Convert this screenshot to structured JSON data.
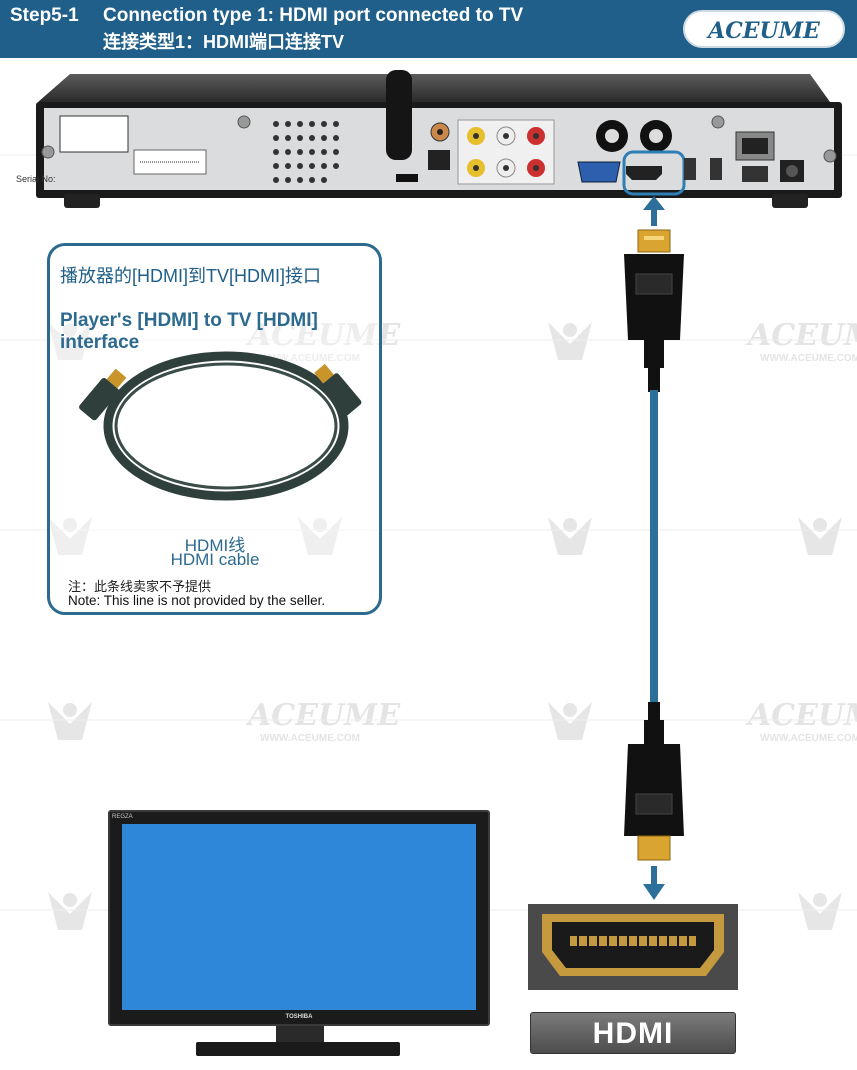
{
  "header": {
    "step": "Step5-1",
    "title_en": "Connection type 1: HDMI port connected to TV",
    "title_cn": "连接类型1：HDMI端口连接TV",
    "logo": "ACEUME"
  },
  "watermark": {
    "brand": "ACEUME",
    "site": "WWW.ACEUME.COM"
  },
  "info_box": {
    "title_cn": "播放器的[HDMI]到TV[HDMI]接口",
    "title_en": "Player's [HDMI] to TV [HDMI] interface",
    "cable_cn": "HDMI线",
    "cable_en": "HDMI cable",
    "note_cn": "注：此条线卖家不予提供",
    "note_en": "Note: This line is not provided by the seller."
  },
  "device": {
    "serial_label": "Serial No:"
  },
  "tv": {
    "model": "REGZA",
    "brand": "TOSHIBA"
  },
  "port_badge": "HDMI",
  "colors": {
    "header_bg": "#1f5f89",
    "accent": "#2c6a8f",
    "cable": "#2b6f9a",
    "screen": "#2f87d9"
  }
}
